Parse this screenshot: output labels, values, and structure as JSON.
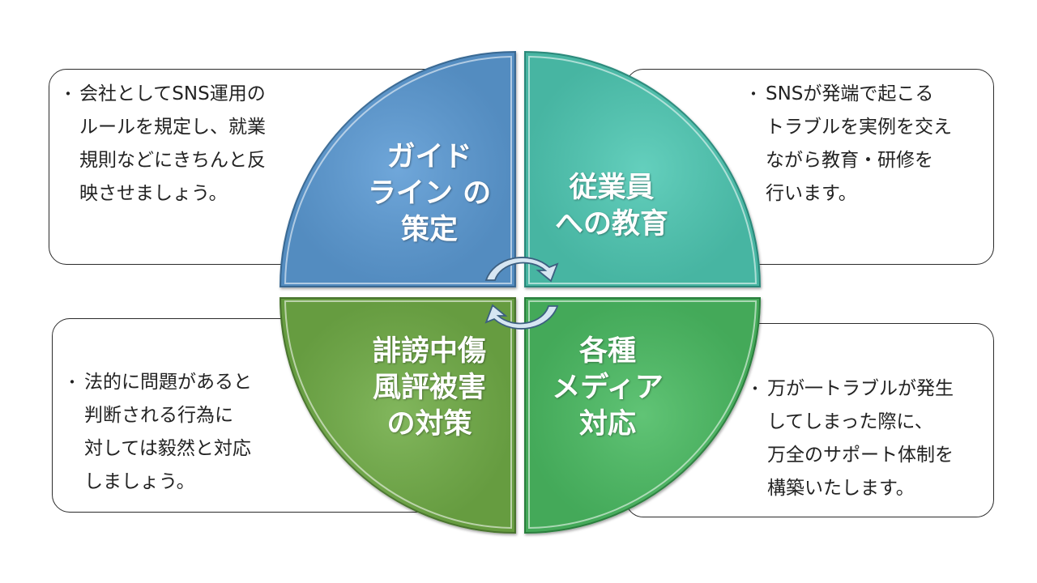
{
  "quadrants": {
    "top_left": {
      "label": "ガイド\nライン の\n策定",
      "color": "#5b9bd5"
    },
    "top_right": {
      "label": "従業員\nへの教育",
      "color": "#4fc9b4"
    },
    "bottom_left": {
      "label": "誹謗中傷\n風評被害\nの対策",
      "color": "#71ad47"
    },
    "bottom_right": {
      "label": "各種\nメディア\n対応",
      "color": "#4cbc63"
    }
  },
  "boxes": {
    "top_left": {
      "bullet": "・",
      "text": "会社としてSNS運用の\nルールを規定し、就業\n規則などにきちんと反\n映させましょう。"
    },
    "top_right": {
      "bullet": "・",
      "text": "SNSが発端で起こる\nトラブルを実例を交え\nながら教育・研修を\n行います。"
    },
    "bottom_left": {
      "bullet": "・",
      "text": "法的に問題があると\n判断される行為に\n対しては毅然と対応\nしましょう。"
    },
    "bottom_right": {
      "bullet": "・",
      "text": "万が一トラブルが発生\nしてしまった際に、\n万全のサポート体制を\n構築いたします。"
    }
  },
  "cycle_arrows": {
    "color": "#d6e6f2",
    "icon": "circular-arrows-icon"
  }
}
